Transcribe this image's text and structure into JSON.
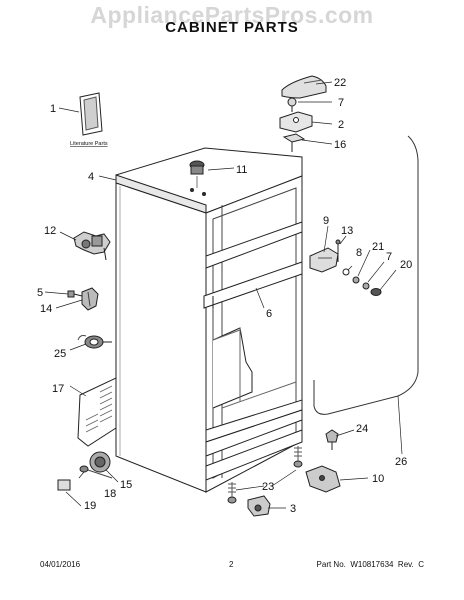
{
  "header": {
    "watermark": "AppliancePartsPros.com",
    "title": "CABINET PARTS"
  },
  "literature_label": "Literature Parts",
  "callouts": [
    "1",
    "2",
    "3",
    "4",
    "5",
    "6",
    "7",
    "7",
    "8",
    "9",
    "10",
    "11",
    "12",
    "13",
    "14",
    "15",
    "16",
    "17",
    "18",
    "19",
    "20",
    "21",
    "22",
    "23",
    "24",
    "25",
    "26"
  ],
  "footer": {
    "date": "04/01/2016",
    "page": "2",
    "part_no": "Part No.  W10817634  Rev.  C"
  }
}
